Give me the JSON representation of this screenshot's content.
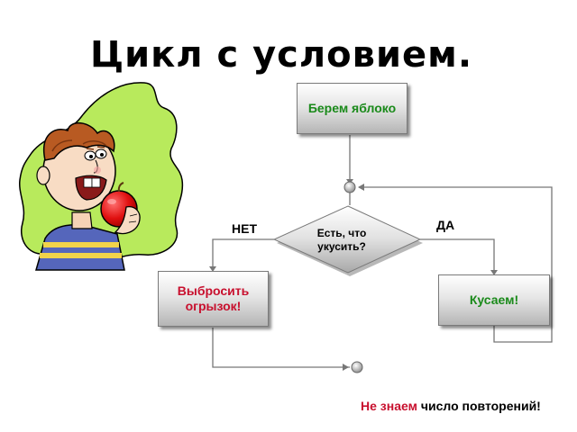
{
  "title": "Цикл с условием.",
  "blocks": {
    "take_apple": "Берем яблоко",
    "condition_line1": "Есть, что",
    "condition_line2": "укусить?",
    "throw_line1": "Выбросить",
    "throw_line2": "огрызок!",
    "bite": "Кусаем!"
  },
  "labels": {
    "no": "НЕТ",
    "yes": "ДА"
  },
  "footer": {
    "highlight": "Не знаем",
    "rest": "число повторений!"
  },
  "colors": {
    "green_text": "#1a8a1a",
    "red_text": "#c8102e",
    "splash": "#b8ea5c"
  },
  "illustration": "boy-eating-apple"
}
